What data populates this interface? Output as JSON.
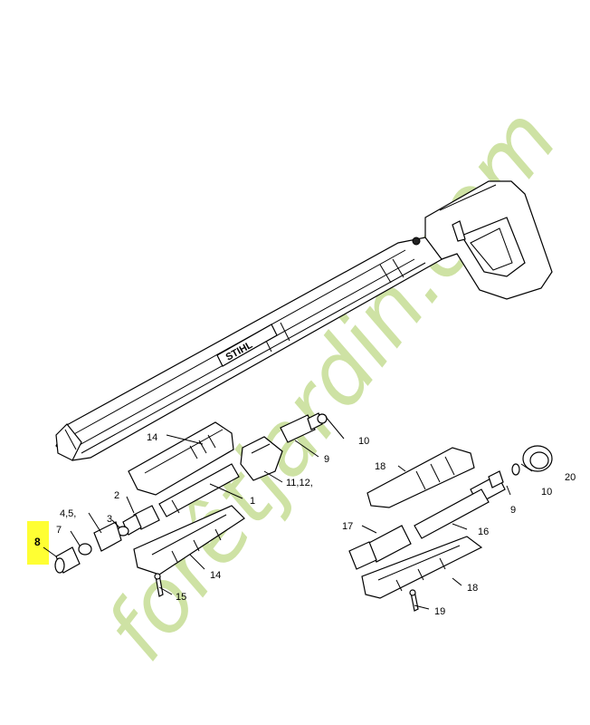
{
  "watermark": {
    "text": "forêtjardin.com",
    "color_green": "#c9df9b",
    "color_orange": "#f6c27a",
    "color_grey": "#c8c2b4"
  },
  "highlight": {
    "label": "8",
    "color": "#ffff33"
  },
  "labels": {
    "p14a": "14",
    "p10a": "10",
    "p9a": "9",
    "p2": "2",
    "p1": "1",
    "p11": "11,12,",
    "p45": "4,5,",
    "p7": "7",
    "p3": "3",
    "p14b": "14",
    "p15": "15",
    "p18a": "18",
    "p20": "20",
    "p10b": "10",
    "p9b": "9",
    "p17": "17",
    "p16": "16",
    "p18b": "18",
    "p19": "19",
    "brand": "STIHL"
  }
}
